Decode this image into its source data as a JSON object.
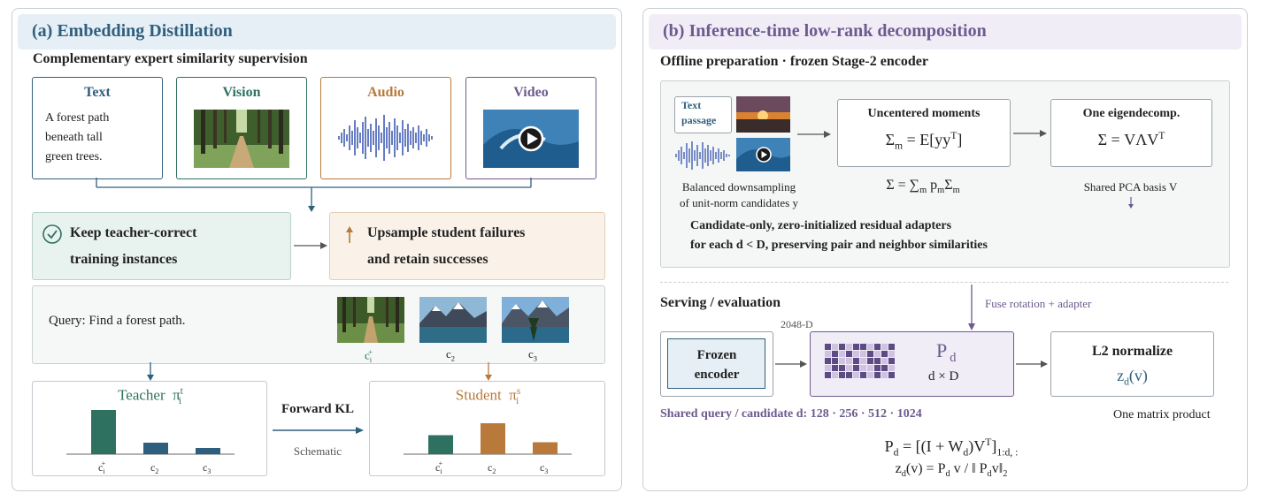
{
  "panel_a": {
    "title": "(a) Embedding Distillation",
    "subtitle": "Complementary expert similarity supervision",
    "modalities": {
      "text": {
        "label": "Text",
        "body_line1": "A forest path",
        "body_line2": "beneath tall",
        "body_line3": "green trees."
      },
      "vision": {
        "label": "Vision"
      },
      "audio": {
        "label": "Audio"
      },
      "video": {
        "label": "Video"
      }
    },
    "keep_line1": "Keep teacher-correct",
    "keep_line2": "training instances",
    "upsample_line1": "Upsample student failures",
    "upsample_line2": "and retain successes",
    "query": "Query: Find a forest path.",
    "candidates": [
      "c",
      "c",
      "c"
    ],
    "candidate_subs": [
      "i",
      "2",
      "3"
    ],
    "candidate_sup": "+",
    "teacher_label": "Teacher",
    "teacher_pi": "π",
    "teacher_sup": "t",
    "teacher_sub": "i",
    "student_label": "Student",
    "student_pi": "π",
    "student_sup": "s",
    "student_sub": "i",
    "forward_kl": "Forward KL",
    "schematic": "Schematic",
    "teacher_bars": [
      1.0,
      0.26,
      0.14
    ],
    "student_bars": [
      0.43,
      0.7,
      0.27
    ],
    "colors": {
      "teal": "#2e7160",
      "orange": "#b8793a",
      "blue": "#2f5f7e",
      "audio_wave": "#2445a8"
    }
  },
  "panel_b": {
    "title": "(b) Inference-time low-rank decomposition",
    "offline_title": "Offline preparation · frozen Stage-2 encoder",
    "text_passage_line1": "Text",
    "text_passage_line2": "passage",
    "downsample_line1": "Balanced downsampling",
    "downsample_line2": "of unit-norm candidates y",
    "moments_title": "Uncentered moments",
    "moments_eq": "Σ",
    "moments_eq_sub": "m",
    "moments_eq_rhs": "= E[yy",
    "moments_eq_sup": "T",
    "moments_eq_end": "]",
    "sum_eq": "Σ = ∑",
    "sum_sub": "m",
    "sum_p": " p",
    "sum_p_sub": "m",
    "sum_sigma": "Σ",
    "sum_sigma_sub": "m",
    "eigen_title": "One eigendecomp.",
    "eigen_eq": "Σ = VΛV",
    "eigen_sup": "T",
    "shared_basis": "Shared PCA basis V",
    "adapter_line1": "Candidate-only, zero-initialized residual adapters",
    "adapter_line2": "for each d < D, preserving pair and neighbor similarities",
    "serving_title": "Serving / evaluation",
    "fuse_label": "Fuse rotation + adapter",
    "dim_label": "2048-D",
    "frozen_line1": "Frozen",
    "frozen_line2": "encoder",
    "pd_label": "P",
    "pd_sub": "d",
    "pd_dims": "d × D",
    "l2_title": "L2 normalize",
    "zd_label": "z",
    "zd_sub": "d",
    "zd_arg": "(v)",
    "shared_dims": "Shared query / candidate d: 128 · 256 · 512 · 1024",
    "one_matrix": "One matrix product",
    "eq1_lhs": "P",
    "eq1_lhs_sub": "d",
    "eq1_mid": " = [(I + W",
    "eq1_w_sub": "d",
    "eq1_v": ")V",
    "eq1_sup": "T",
    "eq1_end": "]",
    "eq1_end_sub": "1:d, :",
    "eq2_lhs": "z",
    "eq2_lhs_sub": "d",
    "eq2_mid": "(v) = P",
    "eq2_p_sub": "d",
    "eq2_v": "v / ‖ P",
    "eq2_p2_sub": "d",
    "eq2_end": "v‖",
    "eq2_end_sub": "2",
    "colors": {
      "purple": "#6d5a8f",
      "purple_light": "#f1edf7",
      "grid_dark": "#5e4a84",
      "grid_light": "#cfc3e2"
    }
  }
}
